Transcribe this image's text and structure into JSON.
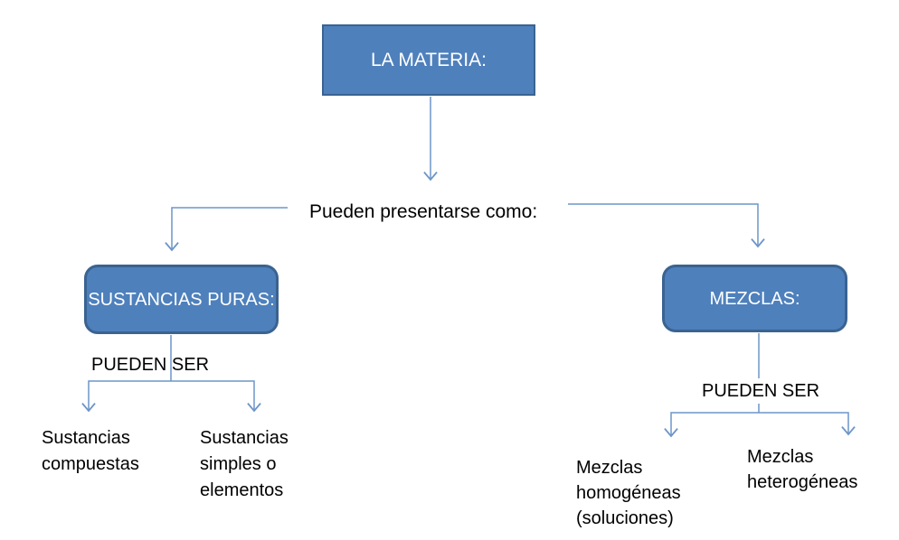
{
  "colors": {
    "box_fill": "#4e80bc",
    "box_border": "#3a6391",
    "connector": "#6d96c8",
    "text": "#000000",
    "box_text": "#ffffff",
    "background": "#ffffff"
  },
  "diagram": {
    "root": {
      "label": "LA MATERIA:"
    },
    "branch_label": "Pueden presentarse como:",
    "left": {
      "box_label": "SUSTANCIAS PURAS:",
      "relation_label": "PUEDEN SER",
      "children": [
        {
          "label": "Sustancias compuestas"
        },
        {
          "label": "Sustancias simples o elementos"
        }
      ]
    },
    "right": {
      "box_label": "MEZCLAS:",
      "relation_label": "PUEDEN SER",
      "children": [
        {
          "label": "Mezclas homogéneas (soluciones)"
        },
        {
          "label": "Mezclas heterogéneas"
        }
      ]
    }
  }
}
